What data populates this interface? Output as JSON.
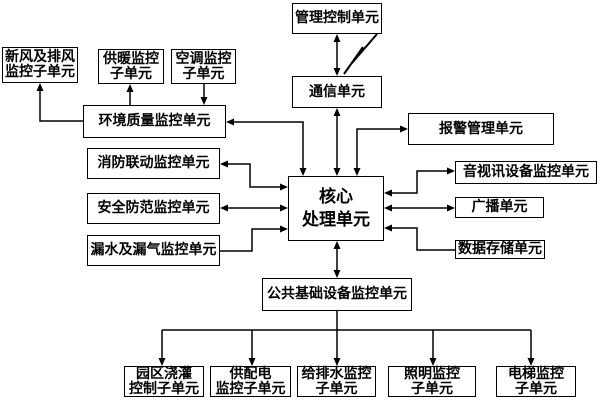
{
  "diagram": {
    "type": "flowchart",
    "language": "zh-CN",
    "colors": {
      "line": "#000000",
      "box_border": "#000000",
      "box_fill": "#ffffff",
      "text": "#000000",
      "background": "#ffffff"
    },
    "nodes": {
      "fresh_air": {
        "label": "新风及排风\n监控子单元"
      },
      "heating": {
        "label": "供暖监控\n子单元"
      },
      "ac": {
        "label": "空调监控\n子单元"
      },
      "mgmt": {
        "label": "管理控制单元"
      },
      "comm": {
        "label": "通信单元"
      },
      "env": {
        "label": "环境质量监控单元"
      },
      "alarm": {
        "label": "报警管理单元"
      },
      "fire": {
        "label": "消防联动监控单元"
      },
      "security": {
        "label": "安全防范监控单元"
      },
      "leak": {
        "label": "漏水及漏气监控单元"
      },
      "core": {
        "label": "核心\n处理单元"
      },
      "av": {
        "label": "音视讯设备监控单元"
      },
      "broadcast": {
        "label": "广播单元"
      },
      "storage": {
        "label": "数据存储单元"
      },
      "public": {
        "label": "公共基础设备监控单元"
      },
      "irrigation": {
        "label": "园区浇灌\n控制子单元"
      },
      "power": {
        "label": "供配电\n监控子单元"
      },
      "water": {
        "label": "给排水监控\n子单元"
      },
      "lighting": {
        "label": "照明监控\n子单元"
      },
      "elevator": {
        "label": "电梯监控\n子单元"
      }
    },
    "edges": [
      {
        "from": "env",
        "to": "fresh_air",
        "arrows": "to"
      },
      {
        "from": "env",
        "to": "heating",
        "arrows": "to"
      },
      {
        "from": "ac",
        "to": "env",
        "arrows": "to"
      },
      {
        "from": "mgmt",
        "to": "comm",
        "arrows": "both",
        "style": "lightning-link"
      },
      {
        "from": "comm",
        "to": "core",
        "arrows": "both"
      },
      {
        "from": "core",
        "to": "env",
        "arrows": "both"
      },
      {
        "from": "core",
        "to": "alarm",
        "arrows": "both"
      },
      {
        "from": "core",
        "to": "fire",
        "arrows": "both"
      },
      {
        "from": "core",
        "to": "security",
        "arrows": "both"
      },
      {
        "from": "leak",
        "to": "core",
        "arrows": "to"
      },
      {
        "from": "core",
        "to": "av",
        "arrows": "both"
      },
      {
        "from": "core",
        "to": "broadcast",
        "arrows": "both"
      },
      {
        "from": "storage",
        "to": "core",
        "arrows": "to"
      },
      {
        "from": "core",
        "to": "public",
        "arrows": "both"
      },
      {
        "from": "public",
        "to": "irrigation",
        "arrows": "to"
      },
      {
        "from": "public",
        "to": "power",
        "arrows": "to"
      },
      {
        "from": "public",
        "to": "water",
        "arrows": "to"
      },
      {
        "from": "public",
        "to": "lighting",
        "arrows": "to"
      },
      {
        "from": "public",
        "to": "elevator",
        "arrows": "to"
      }
    ]
  }
}
